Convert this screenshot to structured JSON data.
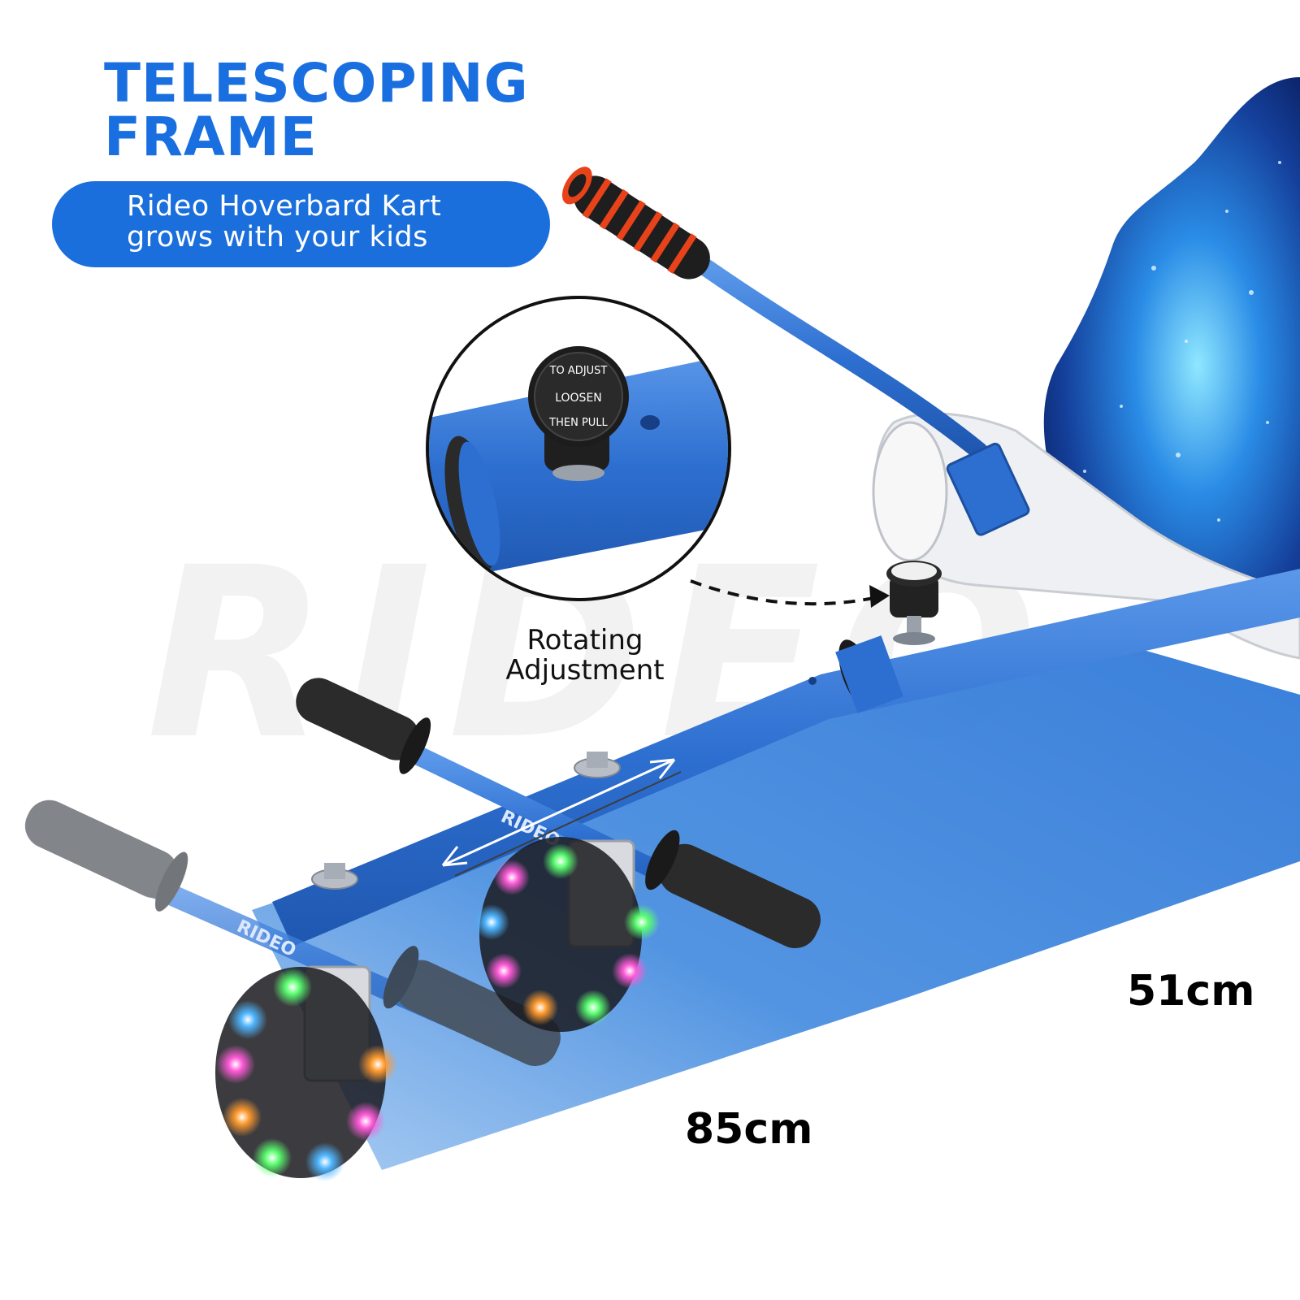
{
  "headline": {
    "line1": "TELESCOPING",
    "line2": "FRAME"
  },
  "tagline": {
    "line1": "Rideo Hoverbard Kart",
    "line2": "grows with your kids"
  },
  "callout": {
    "label_line1": "Rotating",
    "label_line2": "Adjustment",
    "knob_text_top": "TO ADJUST",
    "knob_text_middle": "LOOSEN",
    "knob_text_bottom": "THEN PULL"
  },
  "watermark": "RIDEO",
  "brand_marks": [
    "RIDEO",
    "RIDEO"
  ],
  "dimensions": {
    "width": "51cm",
    "length": "85cm"
  },
  "colors": {
    "accent": "#1a6fe0",
    "frame": "#2f74d4",
    "floor": "#3f86dc",
    "grip": "#2b2b2b",
    "handle_foam": "#1e1e1e",
    "handle_ring": "#e8421a"
  },
  "icons": [
    "magnifier-callout",
    "dashed-arrow",
    "double-headed-arrow",
    "led-wheel"
  ]
}
